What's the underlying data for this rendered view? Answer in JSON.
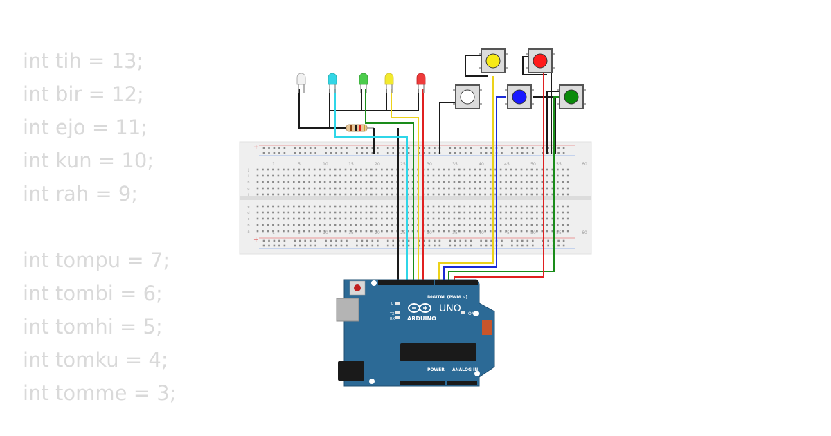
{
  "code": {
    "leds": [
      "int tih = 13;",
      "int bir = 12;",
      "int ejo = 11;",
      "int kun = 10;",
      "int rah = 9;"
    ],
    "buttons": [
      "int tompu = 7;",
      "int tombi = 6;",
      "int tomhi = 5;",
      "int tomku = 4;",
      "int tomme = 3;"
    ]
  },
  "breadboard": {
    "column_numbers": [
      "1",
      "5",
      "10",
      "15",
      "20",
      "25",
      "30",
      "35",
      "40",
      "45",
      "50",
      "55",
      "60"
    ],
    "row_letters_top": [
      "j",
      "i",
      "h",
      "g",
      "f"
    ],
    "row_letters_bottom": [
      "e",
      "d",
      "c",
      "b",
      "a"
    ],
    "rail_plus": "+",
    "rail_minus": "-"
  },
  "leds": [
    {
      "name": "white",
      "color": "#f2f2f2"
    },
    {
      "name": "cyan",
      "color": "#33d6e6"
    },
    {
      "name": "green",
      "color": "#4ccc4c"
    },
    {
      "name": "yellow",
      "color": "#f2ea2e"
    },
    {
      "name": "red",
      "color": "#ee3b3b"
    }
  ],
  "buttons": [
    {
      "name": "yellow",
      "color": "#f7ea16"
    },
    {
      "name": "red",
      "color": "#ff1a1a"
    },
    {
      "name": "white",
      "color": "#ffffff"
    },
    {
      "name": "blue",
      "color": "#1a1aff"
    },
    {
      "name": "green",
      "color": "#0a8a0a"
    }
  ],
  "arduino": {
    "brand": "ARDUINO",
    "model": "UNO",
    "digital_label": "DIGITAL (PWM ~)",
    "on_label": "ON",
    "power_label": "POWER",
    "analog_label": "ANALOG IN",
    "l_label": "L",
    "tx_label": "TX",
    "rx_label": "RX",
    "board_color": "#2c6a96"
  },
  "wire_colors": {
    "black": "#1a1a1a",
    "cyan": "#2fd6e8",
    "green": "#1a8c1a",
    "yellow": "#ecd21a",
    "red": "#e02020",
    "blue": "#1a2ad6"
  }
}
